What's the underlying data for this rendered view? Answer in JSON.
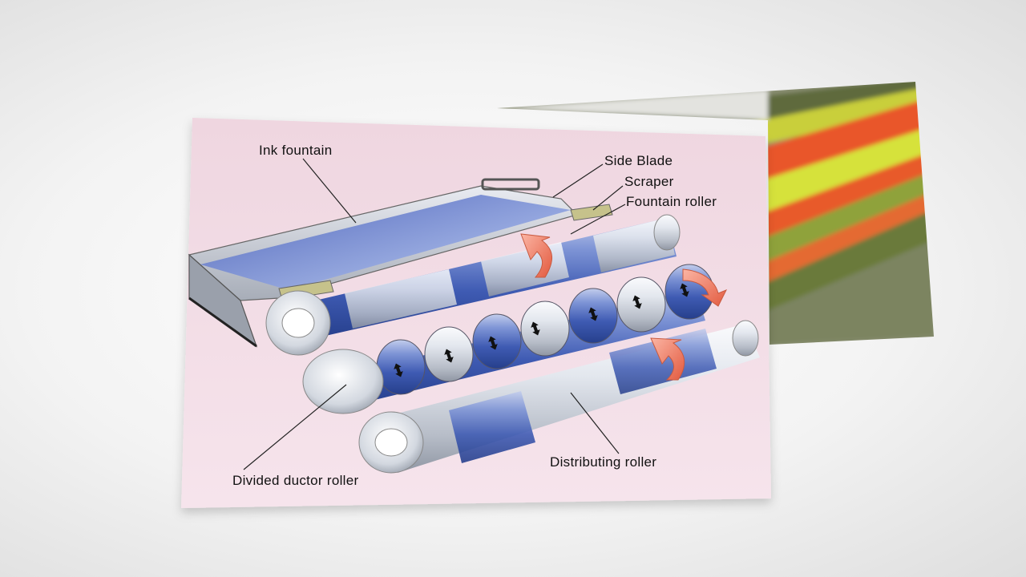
{
  "slide": {
    "labels": {
      "ink_fountain": "Ink fountain",
      "side_blade": "Side Blade",
      "scraper": "Scraper",
      "fountain_roller": "Fountain roller",
      "divided_ductor_roller": "Divided ductor roller",
      "distributing_roller": "Distributing roller"
    }
  },
  "colors": {
    "panel_background": "#f3dde6",
    "roller_blue": "#3d57b0",
    "roller_light": "#e9edf4",
    "rotation_arrow": "#f07a60"
  }
}
